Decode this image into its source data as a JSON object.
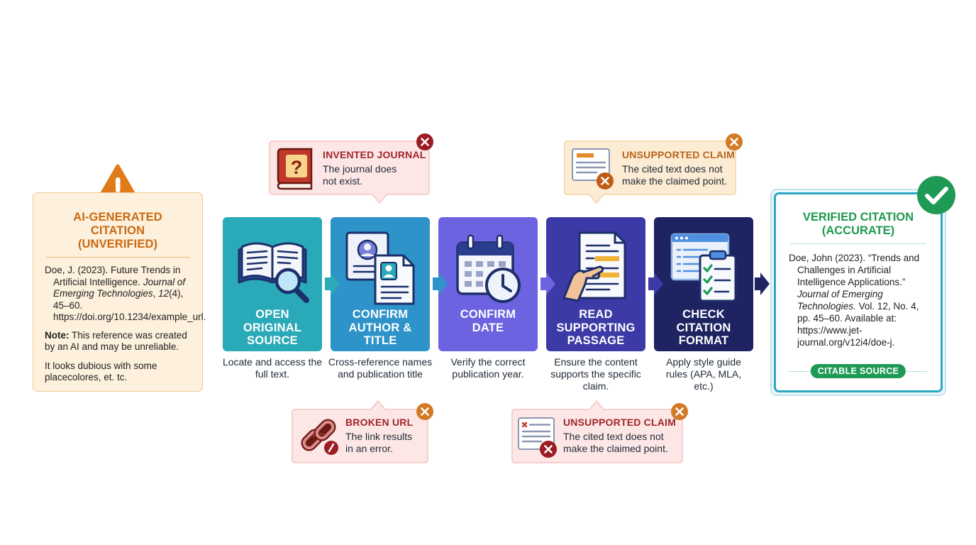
{
  "unverified": {
    "title": "AI-GENERATED CITATION\n(UNVERIFIED)",
    "citation_plain": "Doe, J. (2023). Future Trends in Artificial Intelligence. ",
    "citation_journal": "Journal of Emerging Technologies",
    "citation_sep": ", ",
    "citation_volume": "12",
    "citation_rest": "(4), 45–60. https://doi.org/10.1234/example_url.",
    "note_label": "Note:",
    "note_text": " This reference was created by an AI and may be unreliable.",
    "extra": "It looks dubious with some placecolores, et. tc.",
    "accent": "#c86a12"
  },
  "steps": [
    {
      "label": "OPEN\nORIGINAL\nSOURCE",
      "desc": "Locate and access the full text.",
      "color": "#2aa9b8",
      "icon": "book-magnifier-icon"
    },
    {
      "label": "CONFIRM\nAUTHOR &\nTITLE",
      "desc": "Cross-reference names and publication title",
      "color": "#2e93c9",
      "icon": "id-cards-icon"
    },
    {
      "label": "CONFIRM\nDATE",
      "desc": "Verify the correct publication year.",
      "color": "#6c63e0",
      "icon": "calendar-clock-icon"
    },
    {
      "label": "READ\nSUPPORTING\nPASSAGE",
      "desc": "Ensure the content supports the specific claim.",
      "color": "#3c3aa6",
      "icon": "hand-document-icon"
    },
    {
      "label": "CHECK\nCITATION\nFORMAT",
      "desc": "Apply style guide rules (APA, MLA, etc.)",
      "color": "#1d2461",
      "icon": "format-checklist-icon"
    }
  ],
  "errors": {
    "invented_journal": {
      "title": "INVENTED JOURNAL",
      "body": "The journal does\nnot exist.",
      "color": "#a0262b"
    },
    "unsupported_top": {
      "title": "UNSUPPORTED CLAIM",
      "body": "The cited text does not\nmake the claimed point.",
      "color": "#b5651d"
    },
    "broken_url": {
      "title": "BROKEN URL",
      "body": "The link results\nin an error.",
      "color": "#a0262b"
    },
    "unsupported_bottom": {
      "title": "UNSUPPORTED CLAIM",
      "body": "The cited text does not\nmake the claimed point.",
      "color": "#a0262b"
    }
  },
  "verified": {
    "title": "VERIFIED CITATION\n(ACCURATE)",
    "citation_plain": "Doe, John (2023). “Trends and Challenges in Artificial Intelligence Applications.” ",
    "citation_journal": "Journal of Emerging Technologies.",
    "citation_rest": " Vol. 12, No. 4, pp. 45–60. Available at: https://www.jet-journal.org/v12i4/doe-j.",
    "badge": "CITABLE SOURCE",
    "accent": "#1e9a4f"
  }
}
